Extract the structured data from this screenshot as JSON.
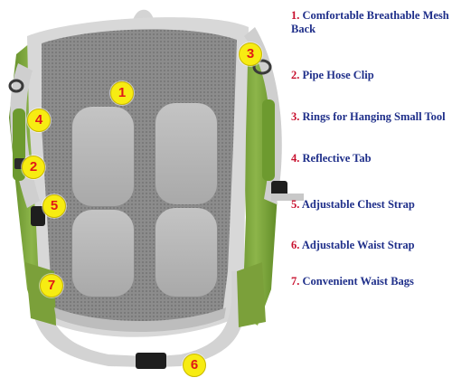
{
  "features": [
    {
      "num": "1.",
      "text": "Comfortable Breathable Mesh Back"
    },
    {
      "num": "2.",
      "text": "Pipe Hose Clip"
    },
    {
      "num": "3.",
      "text": "Rings for Hanging Small Tool"
    },
    {
      "num": "4.",
      "text": "Reflective Tab"
    },
    {
      "num": "5.",
      "text": "Adjustable Chest Strap"
    },
    {
      "num": "6.",
      "text": "Adjustable Waist Strap"
    },
    {
      "num": "7.",
      "text": "Convenient Waist Bags"
    }
  ],
  "markers": [
    "1",
    "2",
    "3",
    "4",
    "5",
    "6",
    "7"
  ],
  "colors": {
    "number": "#c8102e",
    "label": "#1f2f8a",
    "marker_fill": "#f7ec12",
    "marker_text": "#e01818",
    "strap_green": "#7fa23a",
    "mesh_gray": "#8a8a8a",
    "pad_gray": "#b7b7b7",
    "trim_light": "#d9d9d9"
  }
}
